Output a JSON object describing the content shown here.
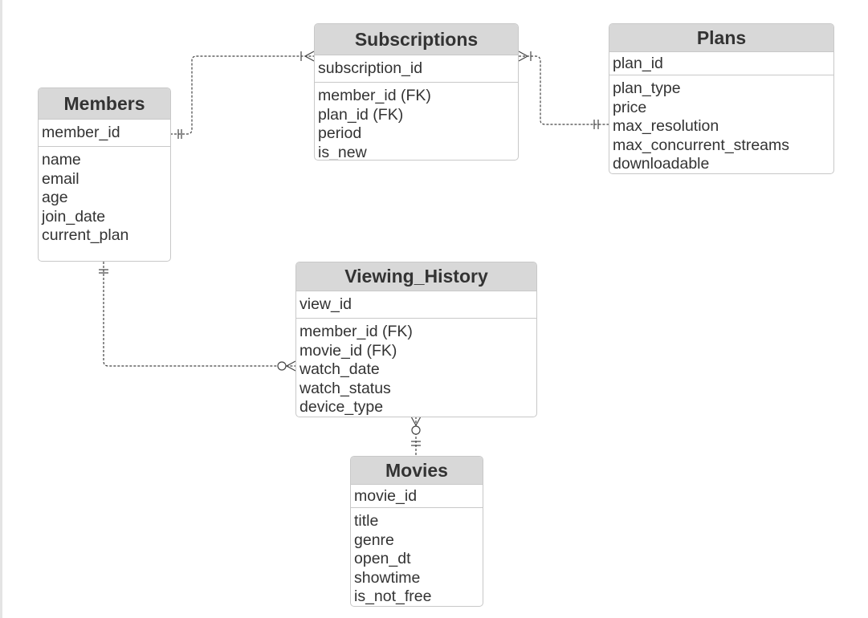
{
  "entities": {
    "members": {
      "title": "Members",
      "pk": "member_id",
      "fields": [
        "name",
        "email",
        "age",
        "join_date",
        "current_plan"
      ]
    },
    "subscriptions": {
      "title": "Subscriptions",
      "pk": "subscription_id",
      "fields": [
        "member_id (FK)",
        "plan_id (FK)",
        "period",
        "is_new"
      ]
    },
    "plans": {
      "title": "Plans",
      "pk": "plan_id",
      "fields": [
        "plan_type",
        "price",
        "max_resolution",
        "max_concurrent_streams",
        "downloadable"
      ]
    },
    "viewing_history": {
      "title": "Viewing_History",
      "pk": "view_id",
      "fields": [
        "member_id (FK)",
        "movie_id (FK)",
        "watch_date",
        "watch_status",
        "device_type"
      ]
    },
    "movies": {
      "title": "Movies",
      "pk": "movie_id",
      "fields": [
        "title",
        "genre",
        "open_dt",
        "showtime",
        "is_not_free"
      ]
    }
  },
  "relationships": [
    {
      "from": "members",
      "from_cardinality": "one-and-only-one",
      "to": "subscriptions",
      "to_cardinality": "one-or-many"
    },
    {
      "from": "subscriptions",
      "from_cardinality": "one-or-many",
      "to": "plans",
      "to_cardinality": "one-and-only-one"
    },
    {
      "from": "members",
      "from_cardinality": "one-and-only-one",
      "to": "viewing_history",
      "to_cardinality": "zero-or-many"
    },
    {
      "from": "viewing_history",
      "from_cardinality": "zero-or-many",
      "to": "movies",
      "to_cardinality": "one-and-only-one"
    }
  ],
  "colors": {
    "header_bg": "#d8d8d8",
    "border": "#c8c8c8",
    "text": "#333333",
    "line": "#444444"
  }
}
